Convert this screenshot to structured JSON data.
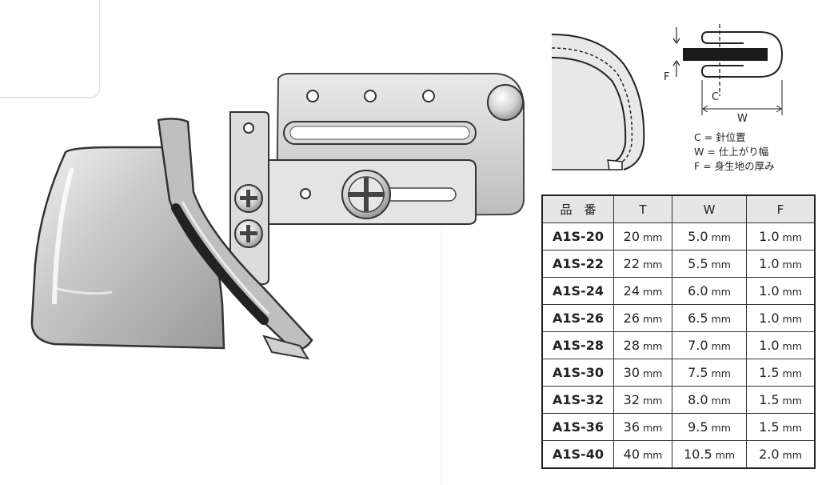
{
  "diagram": {
    "label_c": "C",
    "label_w": "W",
    "label_f": "F"
  },
  "legend": [
    "C = 針位置",
    "W = 仕上がり幅",
    "F = 身生地の厚み"
  ],
  "table": {
    "headers": [
      "品　番",
      "T",
      "W",
      "F"
    ],
    "unit": "mm",
    "rows": [
      {
        "code": "A1S-20",
        "t": "20",
        "w": "5.0",
        "f": "1.0"
      },
      {
        "code": "A1S-22",
        "t": "22",
        "w": "5.5",
        "f": "1.0"
      },
      {
        "code": "A1S-24",
        "t": "24",
        "w": "6.0",
        "f": "1.0"
      },
      {
        "code": "A1S-26",
        "t": "26",
        "w": "6.5",
        "f": "1.0"
      },
      {
        "code": "A1S-28",
        "t": "28",
        "w": "7.0",
        "f": "1.0"
      },
      {
        "code": "A1S-30",
        "t": "30",
        "w": "7.5",
        "f": "1.5"
      },
      {
        "code": "A1S-32",
        "t": "32",
        "w": "8.0",
        "f": "1.5"
      },
      {
        "code": "A1S-36",
        "t": "36",
        "w": "9.5",
        "f": "1.5"
      },
      {
        "code": "A1S-40",
        "t": "40",
        "w": "10.5",
        "f": "2.0"
      }
    ]
  }
}
